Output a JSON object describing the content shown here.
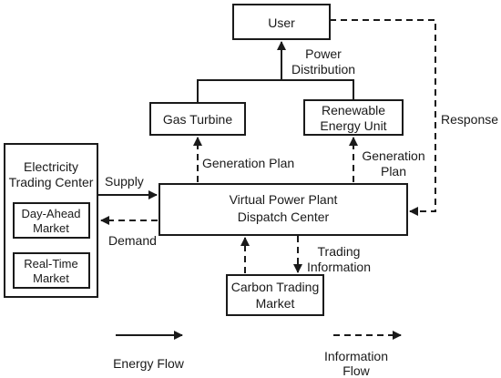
{
  "nodes": {
    "user": "User",
    "gas_turbine": "Gas Turbine",
    "renewable": [
      "Renewable",
      "Energy Unit"
    ],
    "trading_center": [
      "Electricity",
      "Trading Center"
    ],
    "day_ahead": [
      "Day-Ahead",
      "Market"
    ],
    "real_time": [
      "Real-Time",
      "Market"
    ],
    "vpp": [
      "Virtual Power Plant",
      "Dispatch Center"
    ],
    "carbon": [
      "Carbon Trading",
      "Market"
    ]
  },
  "edge_labels": {
    "power_distribution": [
      "Power",
      "Distribution"
    ],
    "response": "Response",
    "generation_plan_gas": "Generation Plan",
    "generation_plan_renewable": [
      "Generation",
      "Plan"
    ],
    "supply": "Supply",
    "demand": "Demand",
    "trading_information": [
      "Trading",
      "Information"
    ]
  },
  "legend": {
    "energy_flow": "Energy Flow",
    "information_flow": [
      "Information",
      "Flow"
    ]
  }
}
